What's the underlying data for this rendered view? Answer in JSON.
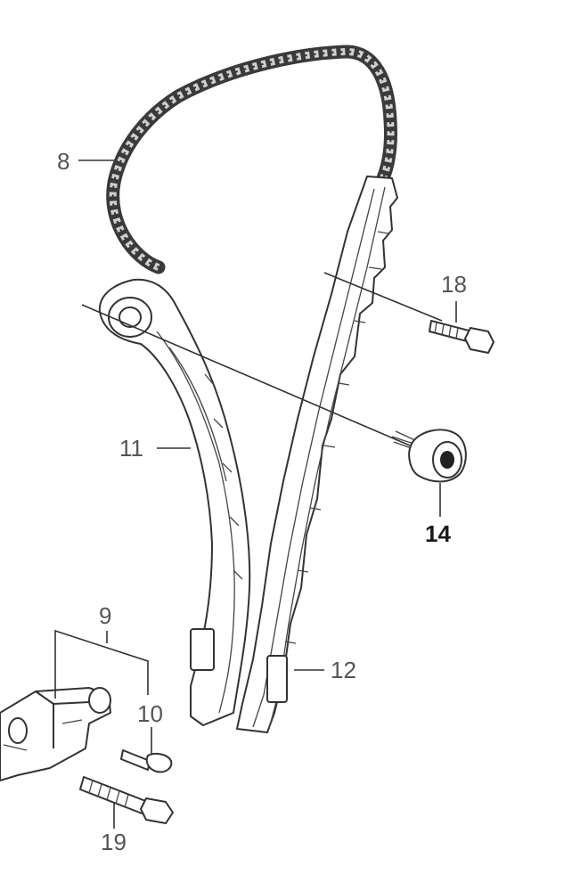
{
  "diagram": {
    "callouts": [
      {
        "id": "8",
        "text": "8",
        "emphasis": false
      },
      {
        "id": "11",
        "text": "11",
        "emphasis": false
      },
      {
        "id": "9",
        "text": "9",
        "emphasis": false
      },
      {
        "id": "10",
        "text": "10",
        "emphasis": false
      },
      {
        "id": "19",
        "text": "19",
        "emphasis": false
      },
      {
        "id": "18",
        "text": "18",
        "emphasis": false
      },
      {
        "id": "14",
        "text": "14",
        "emphasis": true
      },
      {
        "id": "12",
        "text": "12",
        "emphasis": false
      }
    ],
    "parts": {
      "chain": "timing-chain",
      "tensioner_arm": "tensioner-arm",
      "chain_guide": "chain-guide",
      "pivot_bolt": "pivot-bolt",
      "guide_bolt": "guide-bolt",
      "tensioner": "chain-tensioner",
      "tensioner_bolt": "tensioner-bolt",
      "tensioner_washer": "tensioner-washer"
    }
  }
}
